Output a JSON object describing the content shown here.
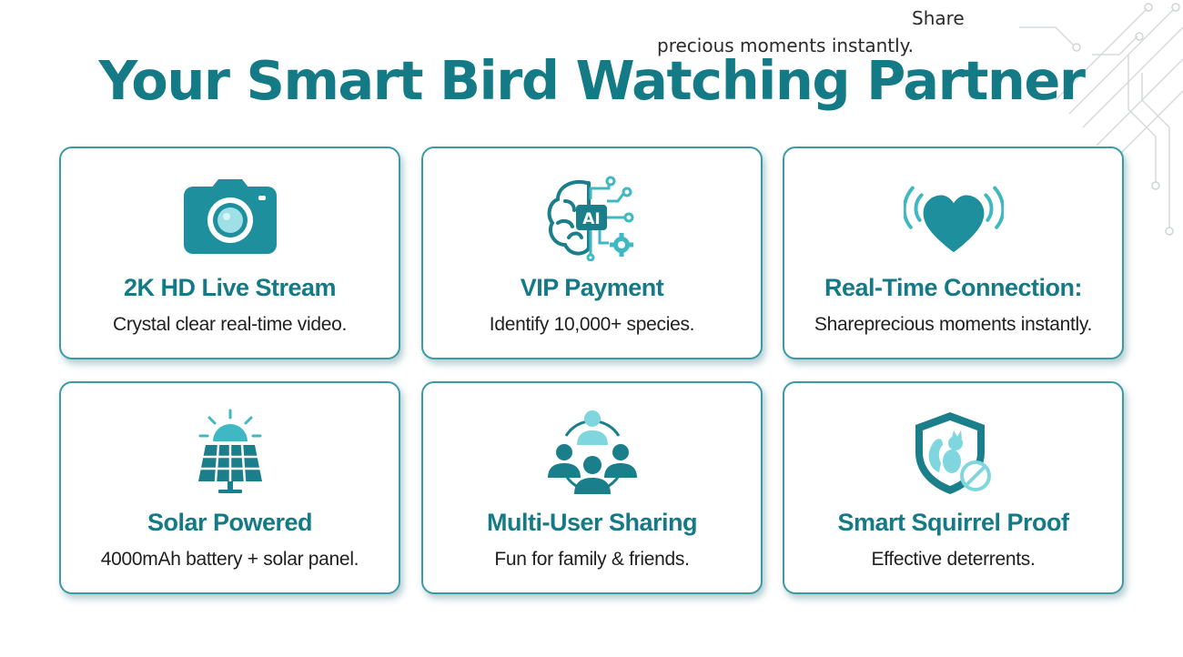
{
  "overlay": {
    "line1": "Share",
    "line2": "precious moments instantly."
  },
  "headline": "Your Smart Bird Watching Partner",
  "colors": {
    "primary": "#137a86",
    "accent": "#3fb8c4",
    "light": "#7fd6df",
    "border": "#3b9aa6"
  },
  "features": [
    {
      "icon": "camera-icon",
      "title": "2K HD Live Stream",
      "desc": "Crystal clear real-time video."
    },
    {
      "icon": "ai-brain-icon",
      "title": "VIP Payment",
      "desc": "Identify 10,000+ species."
    },
    {
      "icon": "heart-signal-icon",
      "title": "Real-Time Connection:",
      "desc": "Shareprecious moments instantly."
    },
    {
      "icon": "solar-panel-icon",
      "title": "Solar Powered",
      "desc": "4000mAh battery + solar panel."
    },
    {
      "icon": "users-network-icon",
      "title": "Multi-User Sharing",
      "desc": "Fun for family & friends."
    },
    {
      "icon": "squirrel-shield-icon",
      "title": "Smart Squirrel Proof",
      "desc": "Effective deterrents."
    }
  ]
}
